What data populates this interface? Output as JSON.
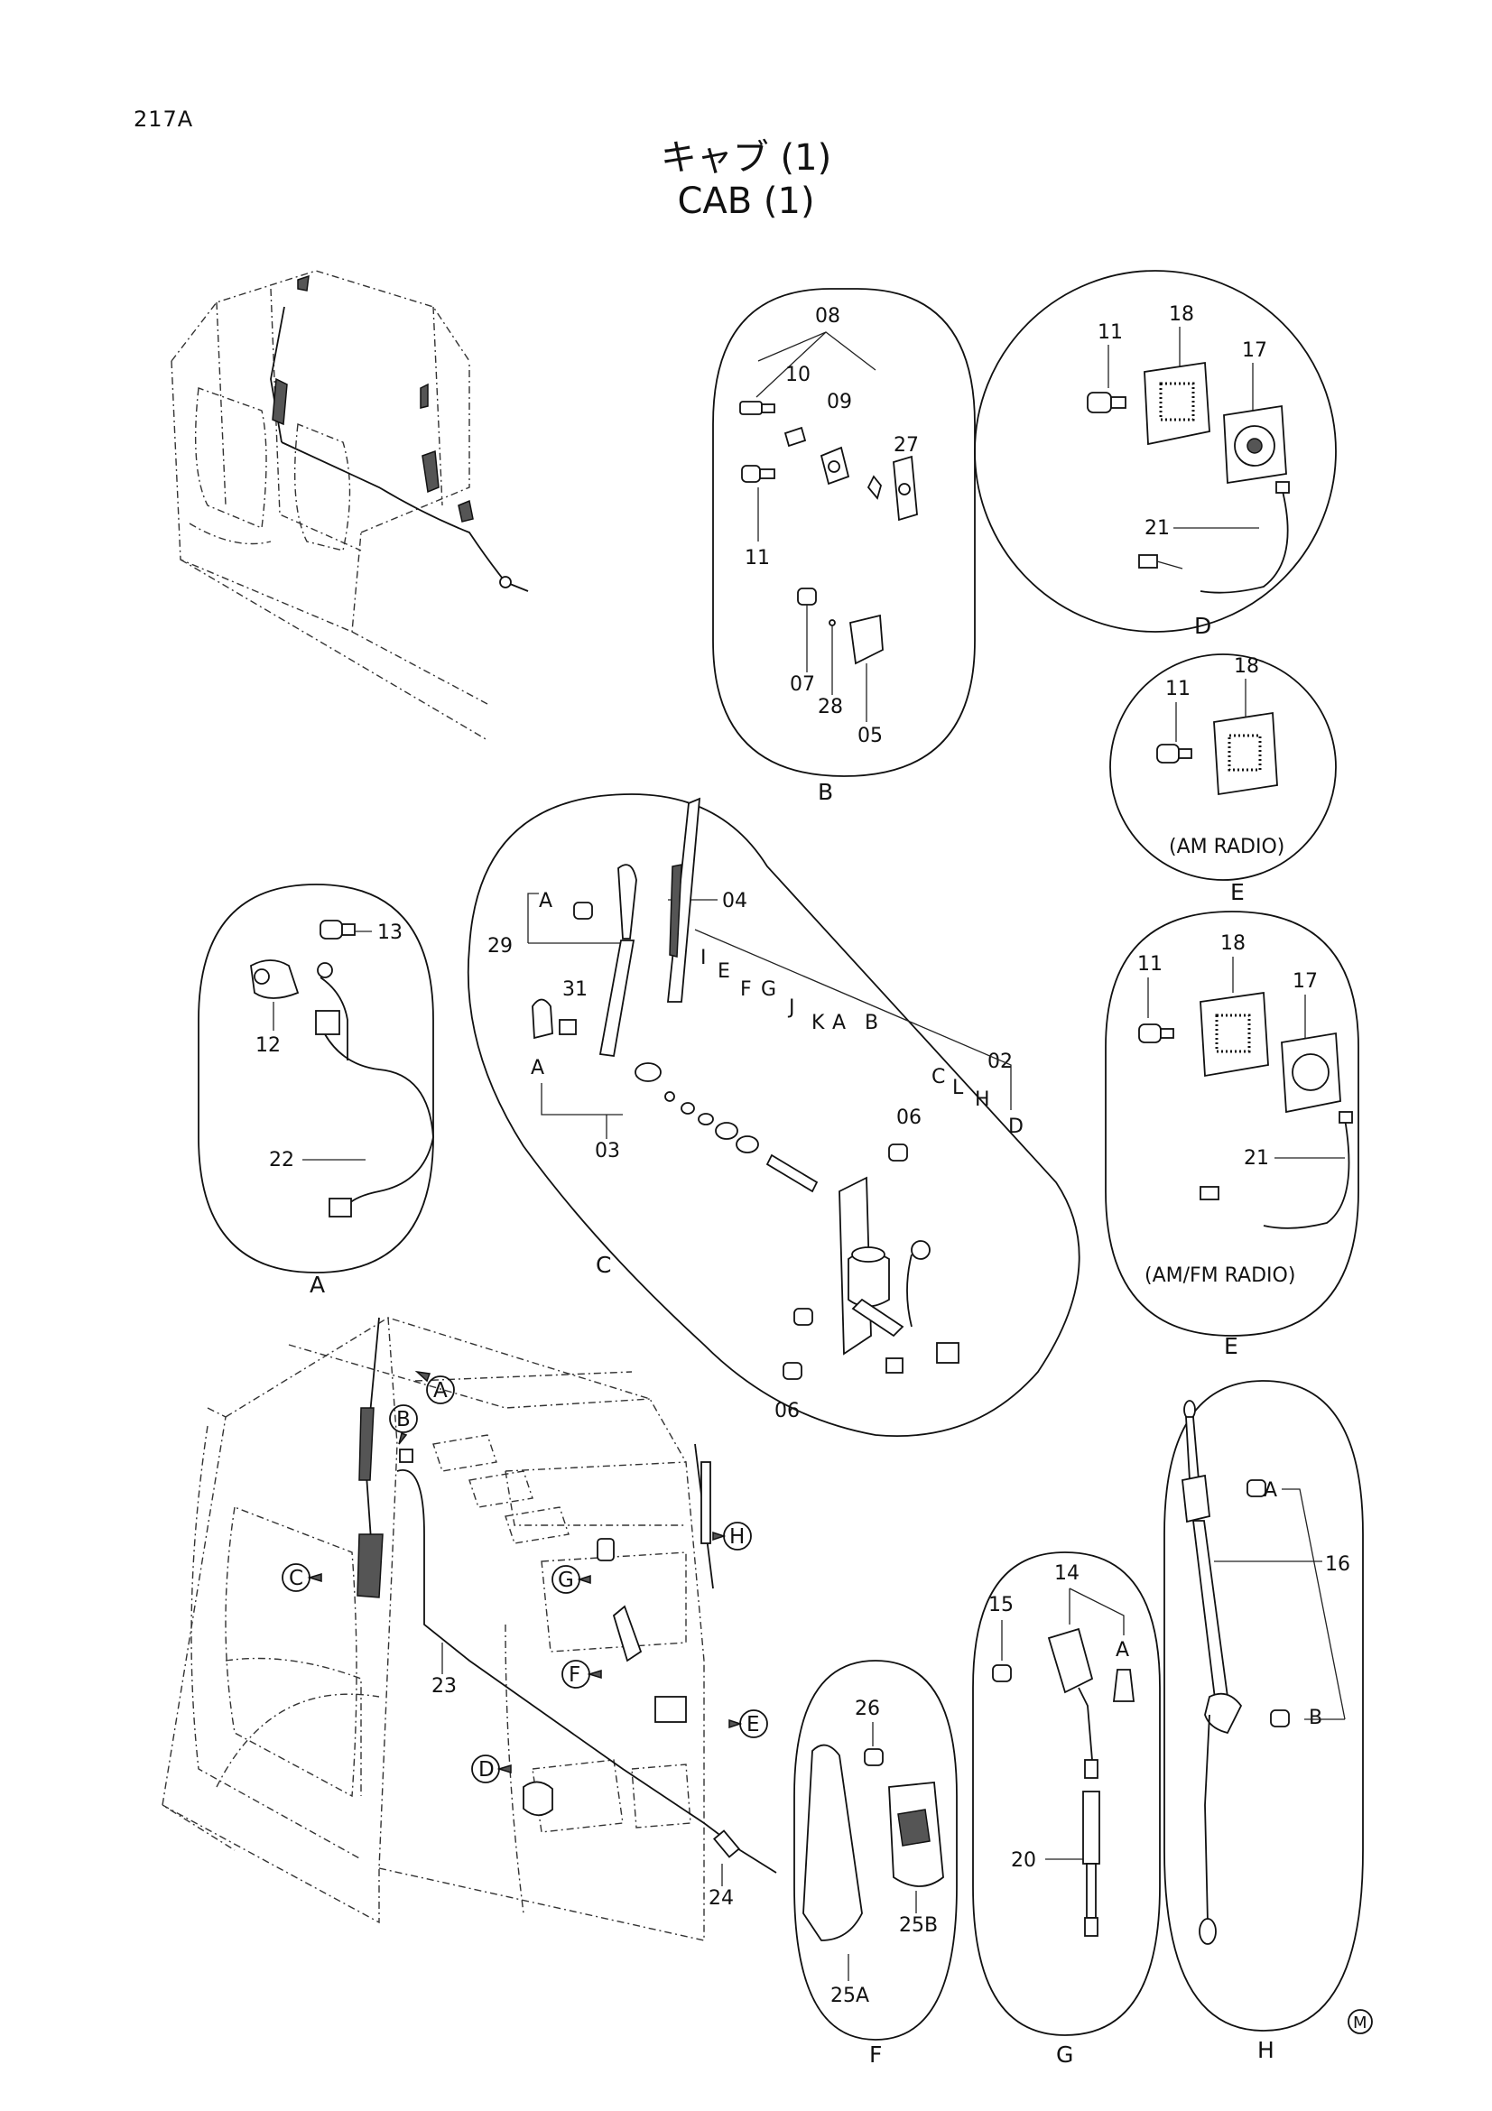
{
  "page": {
    "number": "217A",
    "title_jp": "キャブ (1)",
    "title_en": "CAB (1)",
    "corner_mark": "M"
  },
  "views": {
    "A": {
      "label": "A",
      "callouts": [
        "13",
        "12",
        "22"
      ]
    },
    "B": {
      "label": "B",
      "callouts": [
        "08",
        "10",
        "09",
        "27",
        "11",
        "07",
        "28",
        "05"
      ]
    },
    "C": {
      "label": "C",
      "callouts": [
        "04",
        "29",
        "A",
        "31",
        "A",
        "03",
        "I",
        "E",
        "F",
        "G",
        "J",
        "K",
        "A",
        "B",
        "02",
        "C",
        "L",
        "H",
        "D",
        "06",
        "06"
      ]
    },
    "D": {
      "label": "D",
      "callouts": [
        "11",
        "18",
        "17",
        "21"
      ]
    },
    "E_am": {
      "label": "E",
      "caption": "(AM RADIO)",
      "callouts": [
        "11",
        "18"
      ]
    },
    "E_amfm": {
      "label": "E",
      "caption": "(AM/FM RADIO)",
      "callouts": [
        "11",
        "18",
        "17",
        "21"
      ]
    },
    "F": {
      "label": "F",
      "callouts": [
        "26",
        "25A",
        "25B"
      ]
    },
    "G": {
      "label": "G",
      "callouts": [
        "14",
        "15",
        "A",
        "20"
      ]
    },
    "H": {
      "label": "H",
      "callouts": [
        "A",
        "16",
        "B"
      ]
    }
  },
  "main_cab": {
    "markers": [
      "A",
      "B",
      "C",
      "H",
      "G",
      "F",
      "E",
      "D"
    ],
    "callouts": [
      "23",
      "24"
    ]
  }
}
